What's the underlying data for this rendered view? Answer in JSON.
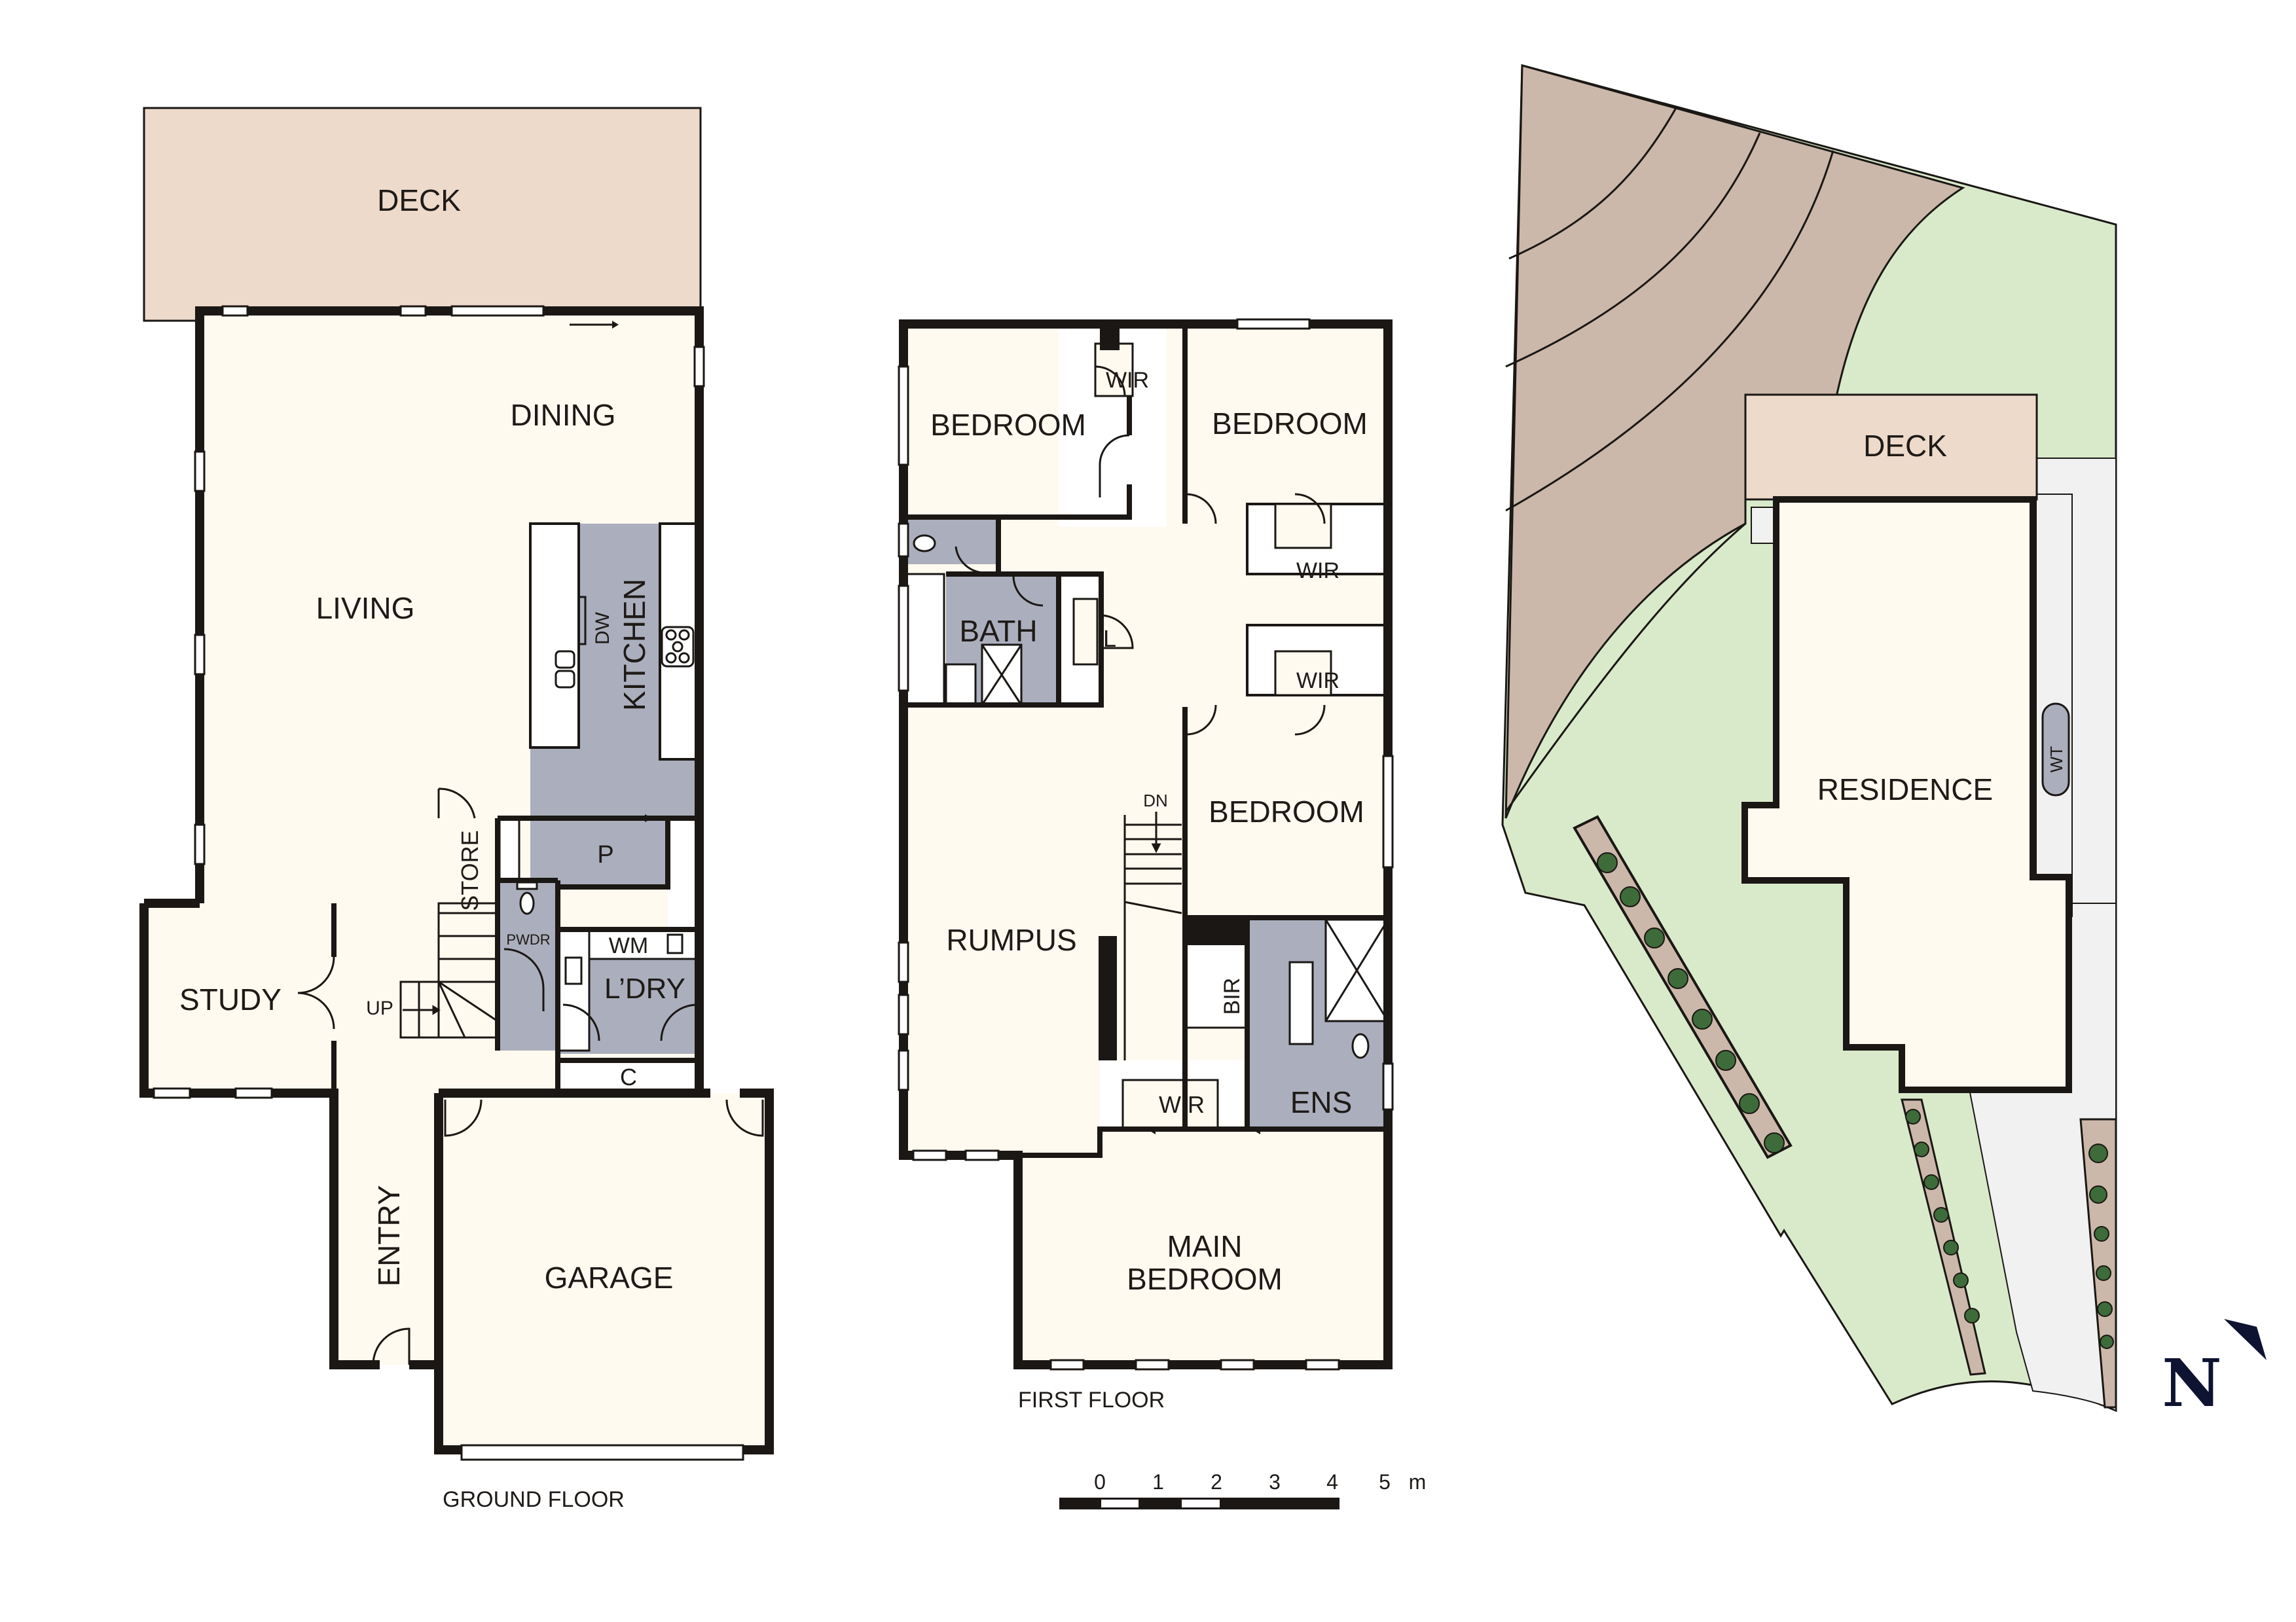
{
  "colors": {
    "floor": "#fffaef",
    "deck": "#eddacb",
    "wet_area": "#abaebc",
    "lawn": "#d9eacb",
    "slope": "#cbb8aa",
    "paving": "#f1f1f1",
    "wall": "#1a1714",
    "north": "#0d1330"
  },
  "ground_floor": {
    "title": "GROUND FLOOR",
    "rooms": {
      "deck": "DECK",
      "dining": "DINING",
      "living": "LIVING",
      "kitchen": "KITCHEN",
      "dw": "DW",
      "pantry": "P",
      "store": "STORE",
      "powder": "PWDR",
      "wm": "WM",
      "laundry": "L’DRY",
      "cupboard": "C",
      "study": "STUDY",
      "up": "UP",
      "entry": "ENTRY",
      "garage": "GARAGE"
    }
  },
  "first_floor": {
    "title": "FIRST FLOOR",
    "rooms": {
      "bedroom_nw": "BEDROOM",
      "wir_nw": "WIR",
      "bedroom_ne": "BEDROOM",
      "wir_e1": "WIR",
      "wir_e2": "WIR",
      "bath": "BATH",
      "linen": "L",
      "bedroom_e": "BEDROOM",
      "dn": "DN",
      "rumpus": "RUMPUS",
      "bir": "BIR",
      "wir_main": "WIR",
      "ensuite": "ENS",
      "main_bedroom_1": "MAIN",
      "main_bedroom_2": "BEDROOM"
    }
  },
  "scale_bar": {
    "ticks": [
      "0",
      "1",
      "2",
      "3",
      "4",
      "5"
    ],
    "unit": "m"
  },
  "site_plan": {
    "deck": "DECK",
    "residence": "RESIDENCE",
    "water_tank": "WT",
    "north_label": "N"
  }
}
